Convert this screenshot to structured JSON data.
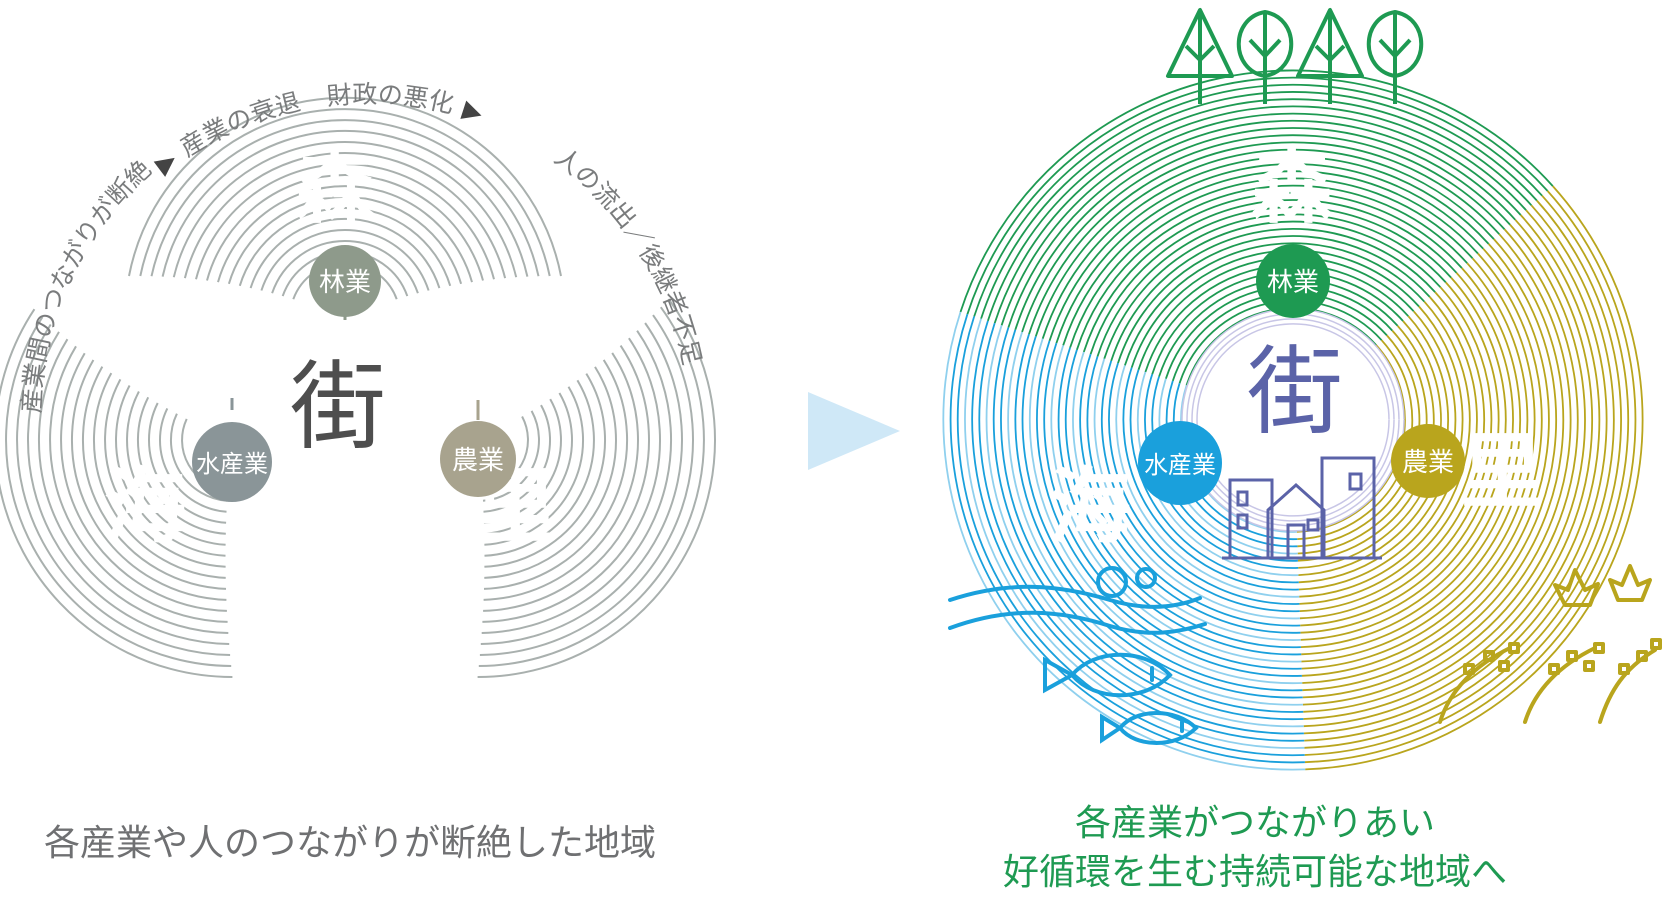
{
  "left_panel": {
    "arc_text": [
      "産業間のつながりが断絶",
      "▶",
      "産業の衰退",
      "財政の悪化",
      "▶",
      "人の流出／後継者不足"
    ],
    "center_label": "街",
    "nodes": [
      "林業",
      "水産業",
      "農業"
    ],
    "region_labels": [
      "森",
      "海",
      "里"
    ],
    "caption": "各産業や人のつながりが断絶した地域"
  },
  "right_panel": {
    "center_label": "街",
    "nodes": [
      "林業",
      "水産業",
      "農業"
    ],
    "region_labels": [
      "森",
      "海",
      "里"
    ],
    "caption_lines": [
      "各産業がつながりあい",
      "好循環を生む持続可能な地域へ"
    ]
  },
  "colors": {
    "gray_arc": "#a9b0ae",
    "forestry_gray": "#8e9a8b",
    "fishery_gray": "#8a9598",
    "agri_gray": "#a8a38e",
    "forest_green": "#1e9a52",
    "sea_blue": "#1aa0dc",
    "light_blue": "#8fd0ee",
    "gold": "#b9a51d",
    "town_purple": "#5b63a8",
    "arrow_blue": "#cfe8f7"
  },
  "icons": [
    "tree-icon",
    "fish-icon",
    "bubble-icon",
    "wave-icon",
    "leaf-icon",
    "rice-icon",
    "house-icon",
    "building-icon",
    "arrow-icon"
  ]
}
